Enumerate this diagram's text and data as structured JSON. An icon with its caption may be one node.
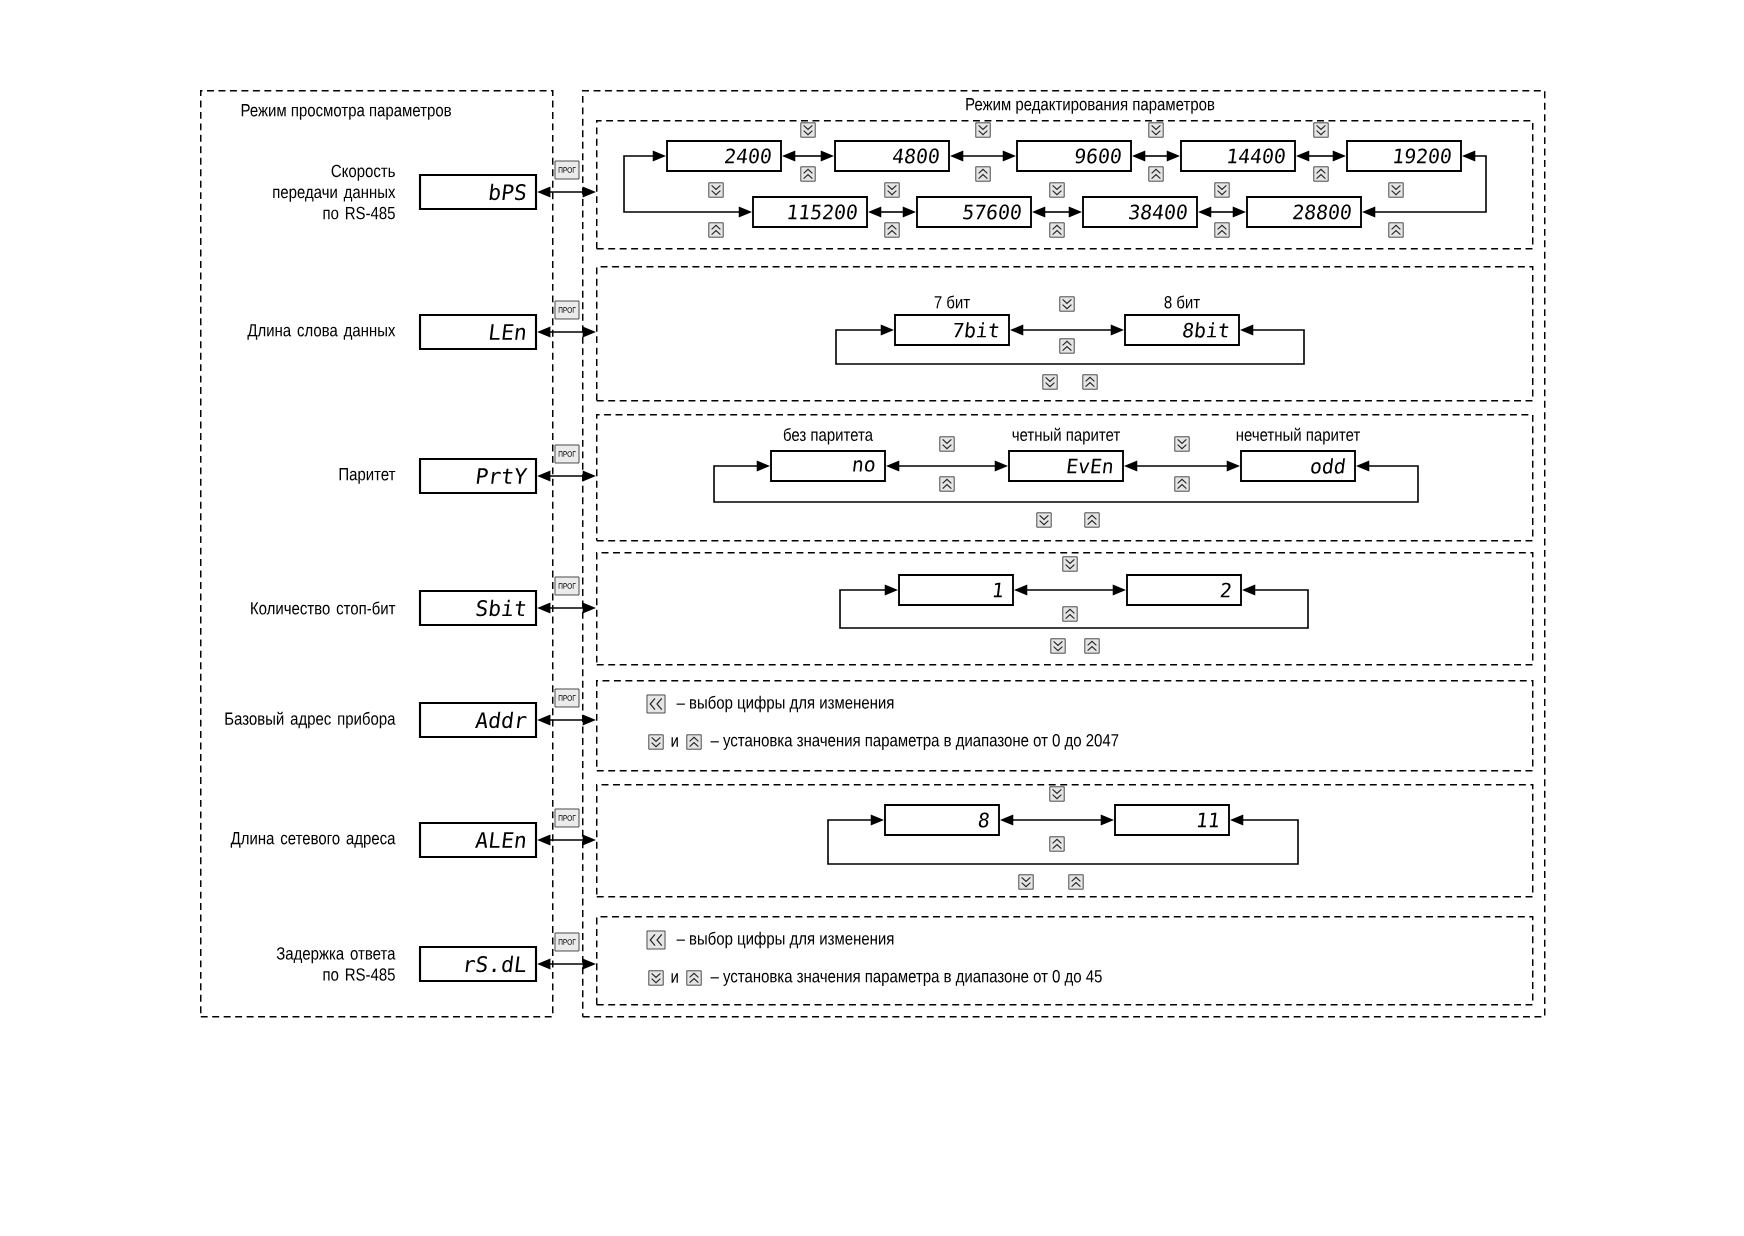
{
  "diagram": {
    "nodes": [
      {
        "text": [
          "Режим просмотра параметров"
        ]
      },
      {
        "text": [
          "Режим редактирования параметров"
        ]
      },
      {
        "text": [
          "bPS"
        ],
        "in": 0,
        "beside": [
          "Скорость передачи данных по RS-485"
        ]
      },
      {
        "text": [],
        "shape": "box",
        "in": 1
      },
      {
        "text": [
          "2400"
        ],
        "in": 3
      },
      {
        "text": [
          "4800"
        ],
        "in": 3
      },
      {
        "text": [
          "9600"
        ],
        "in": 3
      },
      {
        "text": [
          "14400"
        ],
        "in": 3
      },
      {
        "text": [
          "19200"
        ],
        "in": 3
      },
      {
        "text": [
          "115200"
        ],
        "in": 3
      },
      {
        "text": [
          "57600"
        ],
        "in": 3
      },
      {
        "text": [
          "38400"
        ],
        "in": 3
      },
      {
        "text": [
          "28800"
        ],
        "in": 3
      },
      {
        "text": [
          "LEn"
        ],
        "in": 0,
        "beside": [
          "Длина слова данных"
        ]
      },
      {
        "text": [],
        "shape": "box",
        "in": 1
      },
      {
        "text": [
          "7bit"
        ],
        "in": 14,
        "beside": [
          "7 бит"
        ]
      },
      {
        "text": [
          "8bit"
        ],
        "in": 14,
        "beside": [
          "8 бит"
        ]
      },
      {
        "text": [
          "PrtY"
        ],
        "in": 0,
        "beside": [
          "Паритет"
        ]
      },
      {
        "text": [],
        "shape": "box",
        "in": 1
      },
      {
        "text": [
          "no"
        ],
        "in": 18,
        "beside": [
          "без паритета"
        ]
      },
      {
        "text": [
          "EvEn"
        ],
        "in": 18,
        "beside": [
          "четный паритет"
        ]
      },
      {
        "text": [
          "odd"
        ],
        "in": 18,
        "beside": [
          "нечетный паритет"
        ]
      },
      {
        "text": [
          "Sbit"
        ],
        "in": 0,
        "beside": [
          "Количество стоп-бит"
        ]
      },
      {
        "text": [],
        "shape": "box",
        "in": 1
      },
      {
        "text": [
          "1"
        ],
        "in": 23
      },
      {
        "text": [
          "2"
        ],
        "in": 23
      },
      {
        "text": [
          "Addr"
        ],
        "in": 0,
        "beside": [
          "Базовый адрес прибора"
        ]
      },
      {
        "text": [
          "– выбор цифры для изменения",
          "и",
          "– установка значения параметра в диапазоне от 0 до 2047"
        ],
        "in": 1
      },
      {
        "text": [
          "ALEn"
        ],
        "in": 0,
        "beside": [
          "Длина сетевого адреса"
        ]
      },
      {
        "text": [],
        "shape": "box",
        "in": 1
      },
      {
        "text": [
          "8"
        ],
        "in": 29
      },
      {
        "text": [
          "11"
        ],
        "in": 29
      },
      {
        "text": [
          "rS.dL"
        ],
        "in": 0,
        "beside": [
          "Задержка ответа по RS-485"
        ]
      },
      {
        "text": [
          "– выбор цифры для изменения",
          "и",
          "– установка значения параметра в диапазоне от 0 до 45"
        ],
        "in": 1
      }
    ],
    "edges": [
      {
        "from": 2,
        "to": 3,
        "arrow": "both"
      },
      {
        "from": 4,
        "to": 5,
        "arrow": "both"
      },
      {
        "from": 5,
        "to": 6,
        "arrow": "both"
      },
      {
        "from": 6,
        "to": 7,
        "arrow": "both"
      },
      {
        "from": 7,
        "to": 8,
        "arrow": "both"
      },
      {
        "from": 4,
        "to": 9,
        "arrow": "both"
      },
      {
        "from": 8,
        "to": 12,
        "arrow": "both"
      },
      {
        "from": 9,
        "to": 10,
        "arrow": "both"
      },
      {
        "from": 10,
        "to": 11,
        "arrow": "both"
      },
      {
        "from": 11,
        "to": 12,
        "arrow": "both"
      },
      {
        "from": 13,
        "to": 14,
        "arrow": "both"
      },
      {
        "from": 15,
        "to": 16,
        "arrow": "both"
      },
      {
        "from": 15,
        "to": 16,
        "arrow": "both"
      },
      {
        "from": 17,
        "to": 18,
        "arrow": "both"
      },
      {
        "from": 19,
        "to": 20,
        "arrow": "both"
      },
      {
        "from": 20,
        "to": 21,
        "arrow": "both"
      },
      {
        "from": 19,
        "to": 21,
        "arrow": "both"
      },
      {
        "from": 22,
        "to": 23,
        "arrow": "both"
      },
      {
        "from": 24,
        "to": 25,
        "arrow": "both"
      },
      {
        "from": 24,
        "to": 25,
        "arrow": "both"
      },
      {
        "from": 26,
        "to": 27,
        "arrow": "both"
      },
      {
        "from": 28,
        "to": 29,
        "arrow": "both"
      },
      {
        "from": 30,
        "to": 31,
        "arrow": "both"
      },
      {
        "from": 30,
        "to": 31,
        "arrow": "both"
      },
      {
        "from": 32,
        "to": 33,
        "arrow": "both"
      }
    ],
    "labels": [
      "ПРОГ",
      "ПРОГ",
      "ПРОГ",
      "ПРОГ",
      "ПРОГ",
      "ПРОГ",
      "ПРОГ"
    ]
  }
}
